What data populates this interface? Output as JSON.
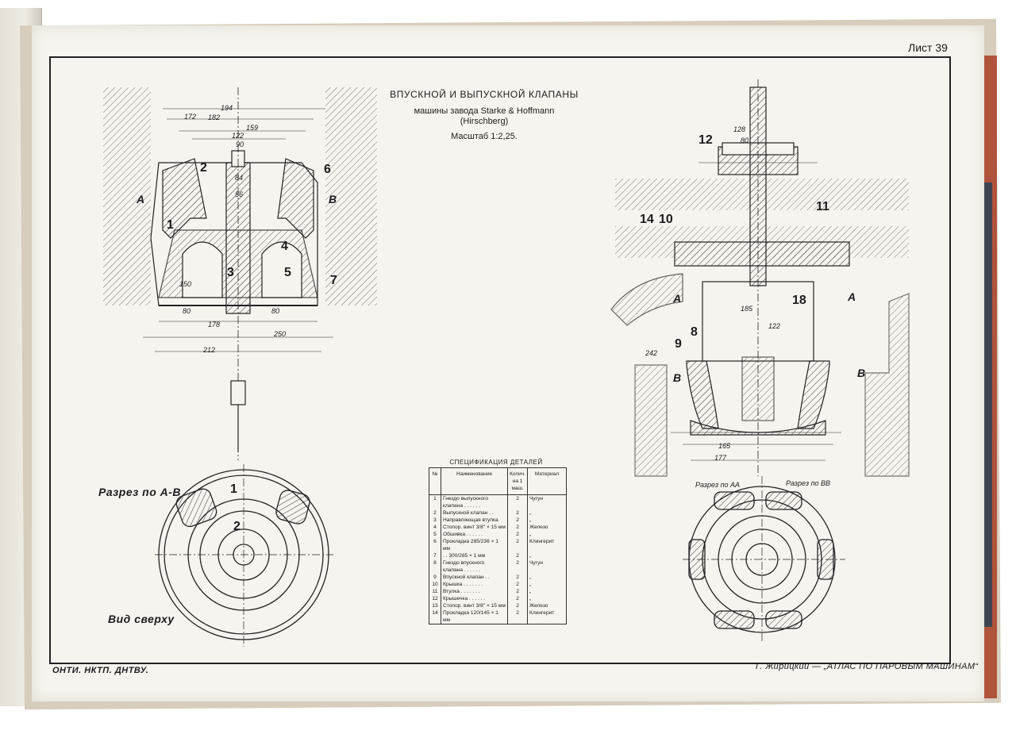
{
  "sheet_number": "Лист 39",
  "title": {
    "main": "ВПУСКНОЙ И ВЫПУСКНОЙ КЛАПАНЫ",
    "machine": "машины завода Starke & Hoffmann",
    "location": "(Hirschberg)",
    "scale": "Масштаб 1:2,25."
  },
  "footer": {
    "left": "ОНТИ. НКТП. ДНТВУ.",
    "right": "Г. Жирицкий — „АТЛАС ПО ПАРОВЫМ МАШИНАМ“"
  },
  "left_drawing": {
    "section_label": "Разрез по А-В",
    "top_view_label": "Вид сверху",
    "section_letters": [
      "А",
      "В"
    ],
    "part_numbers": [
      "1",
      "2",
      "3",
      "4",
      "5",
      "6",
      "7"
    ],
    "plan_numbers": [
      "1",
      "2"
    ],
    "dimensions": [
      "194",
      "182",
      "172",
      "159",
      "122",
      "90",
      "84",
      "56",
      "150",
      "80",
      "80",
      "178",
      "250",
      "212"
    ]
  },
  "right_drawing": {
    "section_labels": [
      "Разрез по АА",
      "Разрез по ВВ"
    ],
    "section_letters": [
      "А",
      "А",
      "В",
      "В"
    ],
    "part_numbers": [
      "12",
      "14",
      "10",
      "11",
      "18",
      "9",
      "8"
    ],
    "dimensions": [
      "128",
      "80",
      "185",
      "122",
      "165",
      "177",
      "242"
    ]
  },
  "specification": {
    "title": "СПЕЦИФИКАЦИЯ ДЕТАЛЕЙ",
    "columns": [
      "№",
      "Наименование",
      "Колич. на 1 маш.",
      "Материал"
    ],
    "rows": [
      {
        "no": "1",
        "name": "Гнездо выпускного клапана . . . . . .",
        "qty": "2",
        "material": "Чугун"
      },
      {
        "no": "2",
        "name": "Выпускной клапан . .",
        "qty": "2",
        "material": "„"
      },
      {
        "no": "3",
        "name": "Направляющая втулка",
        "qty": "2",
        "material": "„"
      },
      {
        "no": "4",
        "name": "Стопор. винт 3/8\" × 15 мм",
        "qty": "2",
        "material": "Железо"
      },
      {
        "no": "5",
        "name": "Обшивка . . . . . .",
        "qty": "2",
        "material": "„"
      },
      {
        "no": "6",
        "name": "Прокладка 285/236 × 1 мм",
        "qty": "2",
        "material": "Клингерит"
      },
      {
        "no": "7",
        "name": ". . 300/285 × 1 мм",
        "qty": "2",
        "material": "„"
      },
      {
        "no": "8",
        "name": "Гнездо впускного клапана . . . . . .",
        "qty": "2",
        "material": "Чугун"
      },
      {
        "no": "9",
        "name": "Впускной клапан . .",
        "qty": "2",
        "material": "„"
      },
      {
        "no": "10",
        "name": "Крышка . . . . . . .",
        "qty": "2",
        "material": "„"
      },
      {
        "no": "11",
        "name": "Втулка . . . . . . .",
        "qty": "2",
        "material": "„"
      },
      {
        "no": "12",
        "name": "Крышечка . . . . . .",
        "qty": "2",
        "material": "„"
      },
      {
        "no": "13",
        "name": "Стопор. винт 3/8\" × 15 мм",
        "qty": "2",
        "material": "Железо"
      },
      {
        "no": "14",
        "name": "Прокладка 120/145 × 1 мм",
        "qty": "2",
        "material": "Клингерит"
      }
    ]
  }
}
